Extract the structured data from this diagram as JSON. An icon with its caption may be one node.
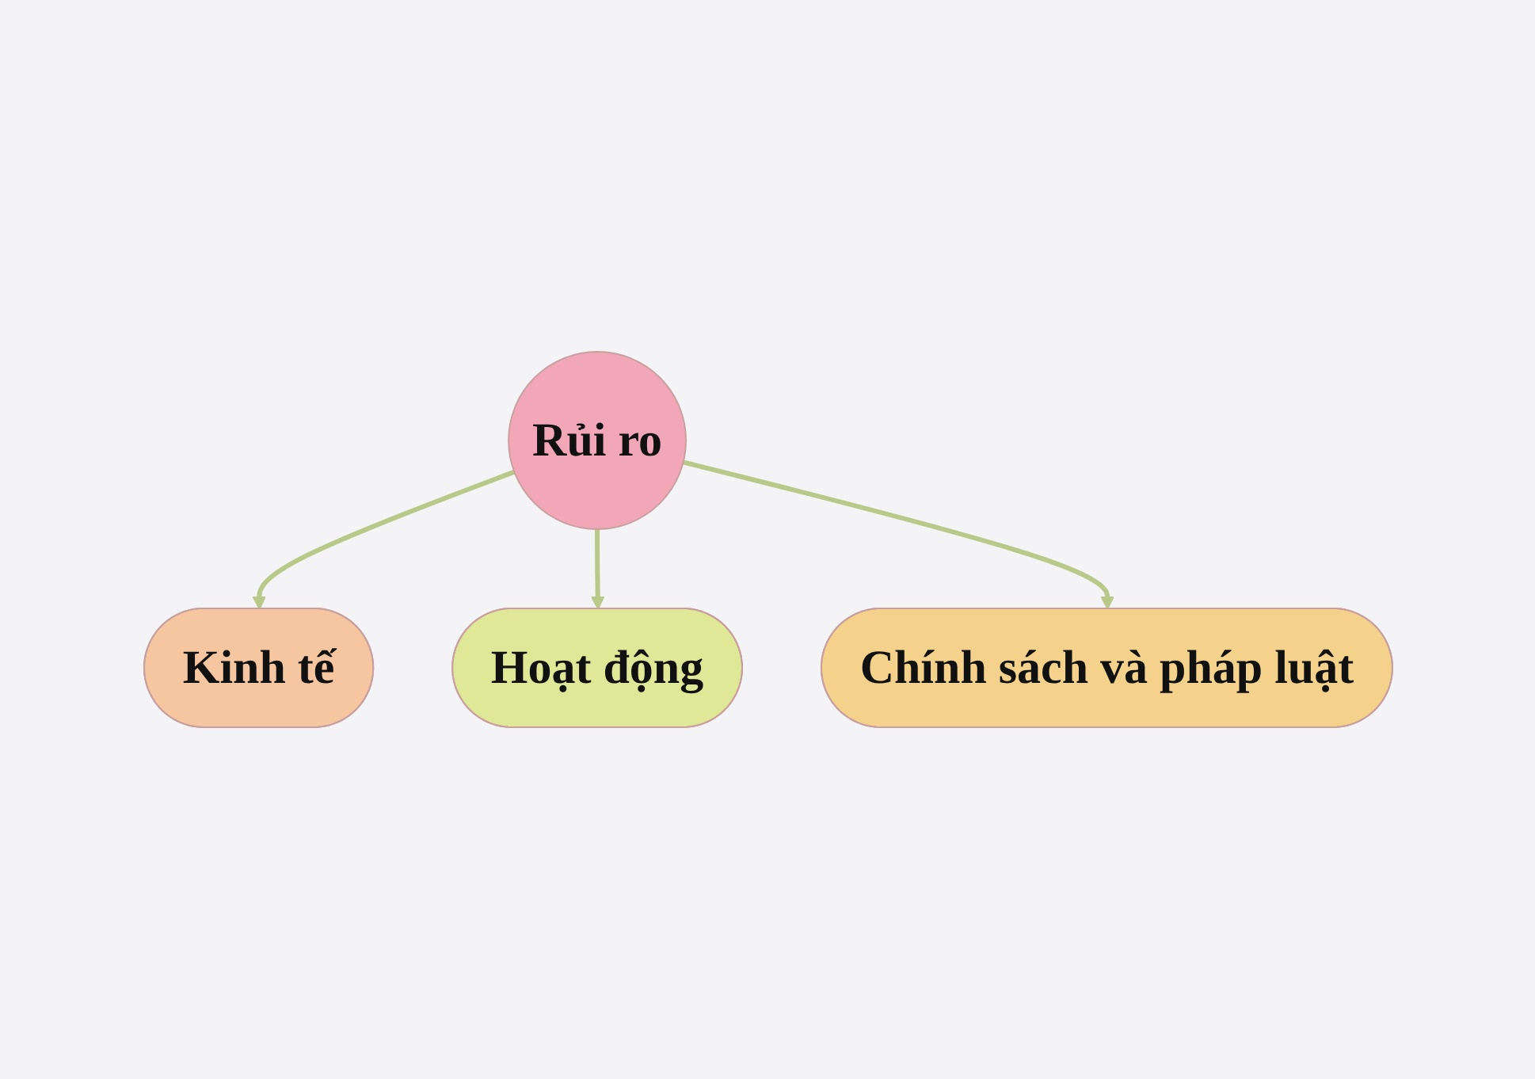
{
  "diagram": {
    "nodes": [
      {
        "text": [
          "Rủi ro"
        ]
      },
      {
        "text": [
          "Kinh tế"
        ]
      },
      {
        "text": [
          "Hoạt động"
        ]
      },
      {
        "text": [
          "Chính sách và pháp luật"
        ]
      }
    ],
    "edges": [
      {
        "from": 0,
        "to": 1,
        "arrow": "to"
      },
      {
        "from": 0,
        "to": 2,
        "arrow": "to"
      },
      {
        "from": 0,
        "to": 3,
        "arrow": "to"
      }
    ]
  }
}
